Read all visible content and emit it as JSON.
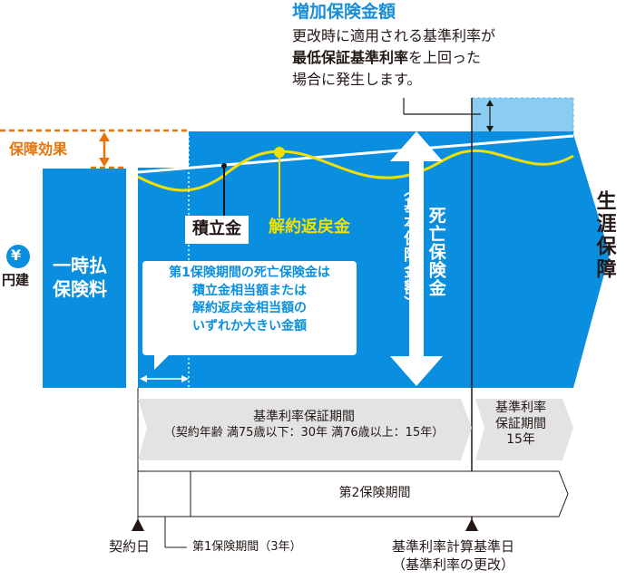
{
  "increase": {
    "title": "増加保険金額",
    "desc_line1": "更改時に適用される基準利率が",
    "desc_line2_bold": "最低保証基準利率",
    "desc_line2_rest": "を上回った",
    "desc_line3": "場合に発生します。"
  },
  "hosho_koka": "保障効果",
  "yen_symbol": "¥",
  "yen_label": "円建",
  "lump_sum": "一時払 保険料",
  "lump_sum_line1": "一時払",
  "lump_sum_line2": "保険料",
  "accumulation": "積立金",
  "surrender": "解約返戻金",
  "death_benefit": "死亡保険金",
  "death_benefit_sub": "（基本保険金額）",
  "lifetime": "生涯保障",
  "note": {
    "line1": "第1保険期間の死亡保険金は",
    "line2": "積立金相当額または",
    "line3": "解約返戻金相当額の",
    "line4": "いずれか大きい金額"
  },
  "period1": {
    "line1": "基準利率保証期間",
    "line2": "（契約年齢 満75歳以下：30年 満76歳以上：15年）"
  },
  "period2": {
    "line1": "基準利率",
    "line2": "保証期間",
    "line3": "15年"
  },
  "second_period": "第2保険期間",
  "contract_day": "契約日",
  "first_period": "第1保険期間（3年）",
  "calc_date": {
    "line1": "基準利率計算基準日",
    "line2": "（基準利率の更改）"
  },
  "colors": {
    "blue": "#0a8fe0",
    "light_blue": "#8acdf0",
    "yellow": "#f2e100",
    "orange": "#e8730a",
    "gray": "#e3e3e3"
  }
}
